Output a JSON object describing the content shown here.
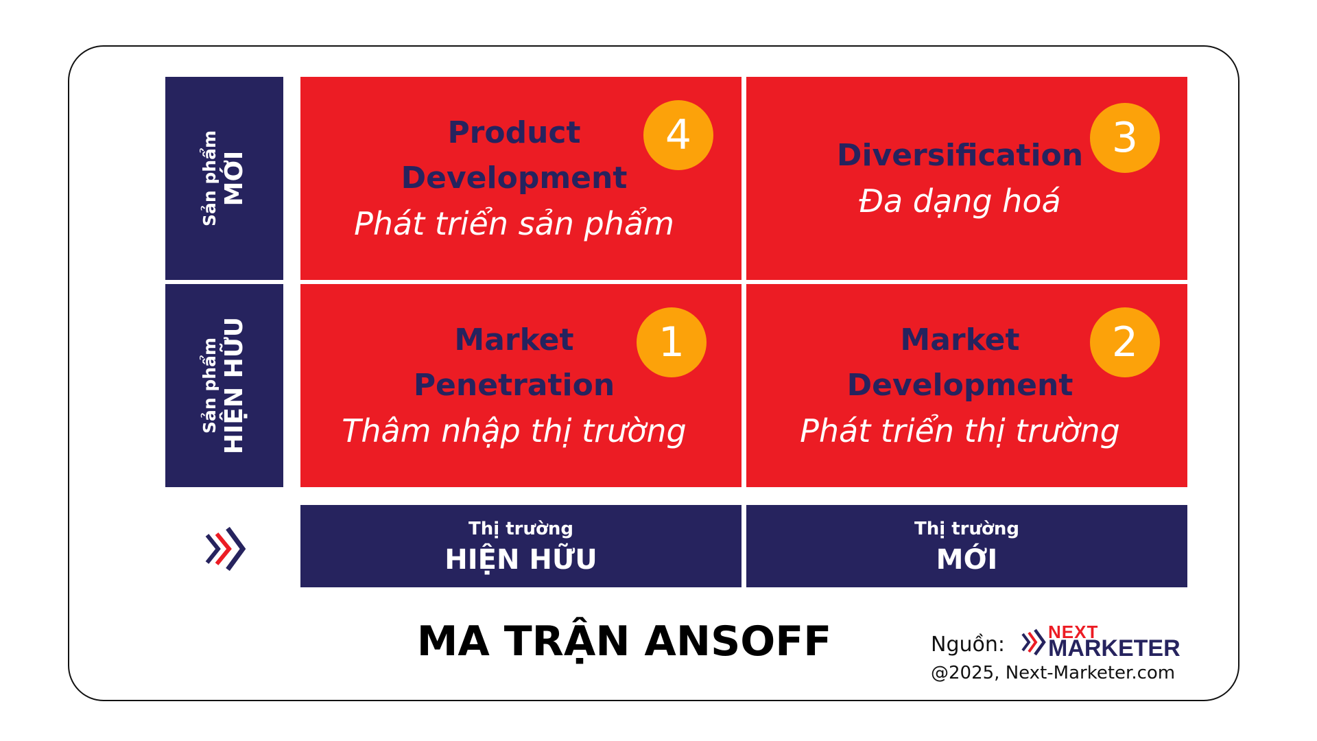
{
  "title": "MA TRẬN ANSOFF",
  "row_labels": [
    {
      "small": "Sản phẩm",
      "big": "MỚI"
    },
    {
      "small": "Sản phẩm",
      "big": "HIỆN HỮU"
    }
  ],
  "col_labels": [
    {
      "small": "Thị trường",
      "big": "HIỆN HỮU"
    },
    {
      "small": "Thị trường",
      "big": "MỚI"
    }
  ],
  "cells": [
    {
      "number": "4",
      "en_line1": "Product",
      "en_line2": "Development",
      "vi": "Phát triển sản phẩm"
    },
    {
      "number": "3",
      "en_line1": "Diversification",
      "vi": "Đa dạng hoá"
    },
    {
      "number": "1",
      "en_line1": "Market",
      "en_line2": "Penetration",
      "vi": "Thâm nhập thị trường"
    },
    {
      "number": "2",
      "en_line1": "Market",
      "en_line2": "Development",
      "vi": "Phát triển thị trường"
    }
  ],
  "source": {
    "label": "Nguồn:",
    "logo_line1": "NEXT",
    "logo_line2": "MARKETER",
    "copyright": "@2025, Next-Marketer.com"
  },
  "icons": {
    "main": "triple-chevron-right-icon",
    "logo": "triple-chevron-right-icon"
  },
  "colors": {
    "navy": "#26235e",
    "red": "#ec1c24",
    "orange": "#fca20a"
  }
}
